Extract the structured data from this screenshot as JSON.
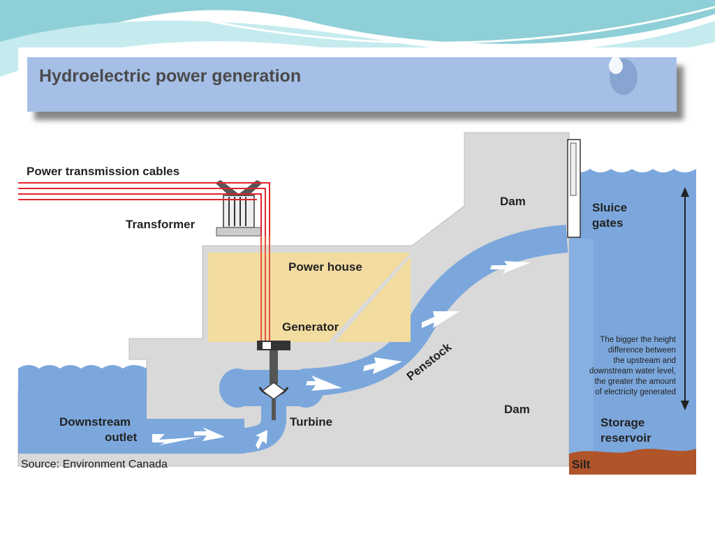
{
  "title": "Hydroelectric power generation",
  "labels": {
    "power_cables": "Power transmission cables",
    "transformer": "Transformer",
    "dam_top": "Dam",
    "sluice_line1": "Sluice",
    "sluice_line2": "gates",
    "power_house": "Power house",
    "generator": "Generator",
    "penstock": "Penstock",
    "dam_bottom": "Dam",
    "downstream_line1": "Downstream",
    "downstream_line2": "outlet",
    "turbine": "Turbine",
    "storage_line1": "Storage",
    "storage_line2": "reservoir",
    "silt": "Silt"
  },
  "height_note": [
    "The bigger the height",
    "difference between",
    "the upstream and",
    "downstream water level,",
    "the greater the amount",
    "of electricity generated"
  ],
  "source": "Source: Environment Canada",
  "colors": {
    "title_bar": "#a6bfe6",
    "water": "#7ba7dc",
    "dam": "#d9d9d9",
    "power_house": "#f3dca0",
    "cables": "#e0242a",
    "silt": "#b0542a"
  }
}
